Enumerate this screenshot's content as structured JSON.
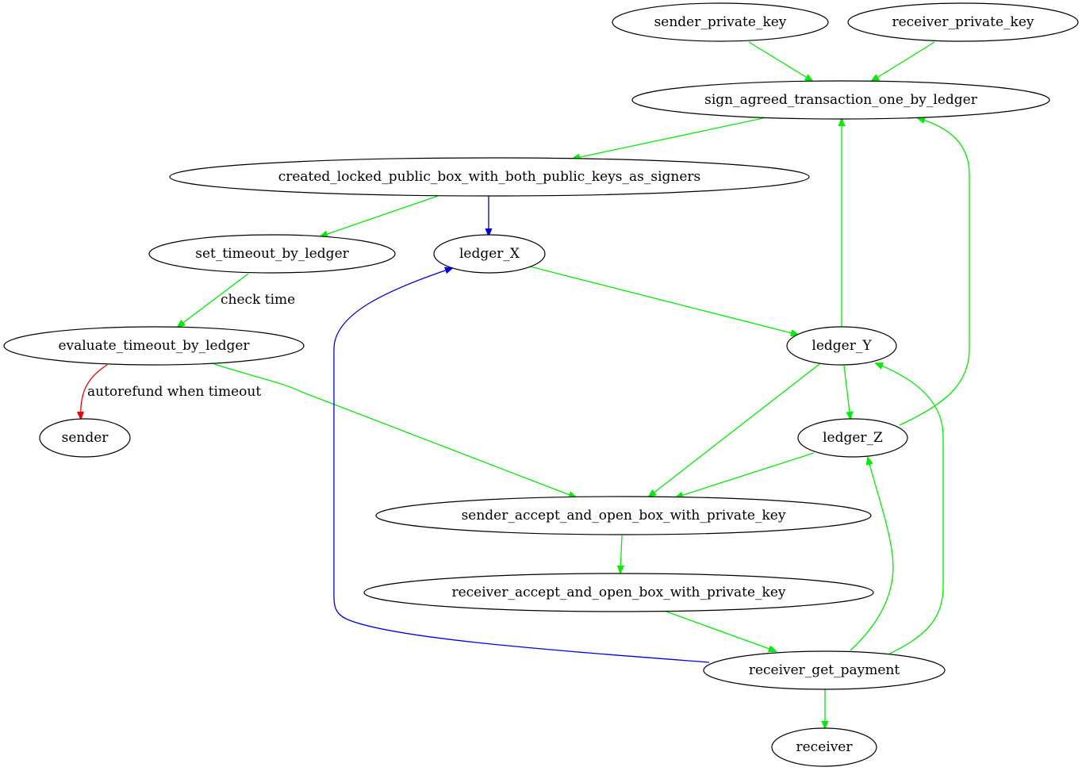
{
  "colors": {
    "green": "#00ee00",
    "blue": "#0000dd",
    "red": "#ee0000",
    "node_stroke": "#000000",
    "background": "#ffffff"
  },
  "nodes": {
    "sender_private_key": "sender_private_key",
    "receiver_private_key": "receiver_private_key",
    "sign_agreed_transaction_one_by_ledger": "sign_agreed_transaction_one_by_ledger",
    "created_locked_public_box_with_both_public_keys_as_signers": "created_locked_public_box_with_both_public_keys_as_signers",
    "set_timeout_by_ledger": "set_timeout_by_ledger",
    "ledger_X": "ledger_X",
    "evaluate_timeout_by_ledger": "evaluate_timeout_by_ledger",
    "ledger_Y": "ledger_Y",
    "sender": "sender",
    "ledger_Z": "ledger_Z",
    "sender_accept_and_open_box_with_private_key": "sender_accept_and_open_box_with_private_key",
    "receiver_accept_and_open_box_with_private_key": "receiver_accept_and_open_box_with_private_key",
    "receiver_get_payment": "receiver_get_payment",
    "receiver": "receiver"
  },
  "edges": [
    {
      "from": "sender_private_key",
      "to": "sign_agreed_transaction_one_by_ledger",
      "color": "green",
      "label": ""
    },
    {
      "from": "receiver_private_key",
      "to": "sign_agreed_transaction_one_by_ledger",
      "color": "green",
      "label": ""
    },
    {
      "from": "sign_agreed_transaction_one_by_ledger",
      "to": "created_locked_public_box_with_both_public_keys_as_signers",
      "color": "green",
      "label": ""
    },
    {
      "from": "created_locked_public_box_with_both_public_keys_as_signers",
      "to": "set_timeout_by_ledger",
      "color": "green",
      "label": ""
    },
    {
      "from": "created_locked_public_box_with_both_public_keys_as_signers",
      "to": "ledger_X",
      "color": "blue",
      "label": ""
    },
    {
      "from": "set_timeout_by_ledger",
      "to": "evaluate_timeout_by_ledger",
      "color": "green",
      "label": "check time"
    },
    {
      "from": "evaluate_timeout_by_ledger",
      "to": "sender",
      "color": "red",
      "label": "autorefund when timeout"
    },
    {
      "from": "evaluate_timeout_by_ledger",
      "to": "sender_accept_and_open_box_with_private_key",
      "color": "green",
      "label": ""
    },
    {
      "from": "ledger_X",
      "to": "ledger_Y",
      "color": "green",
      "label": ""
    },
    {
      "from": "ledger_Y",
      "to": "sign_agreed_transaction_one_by_ledger",
      "color": "green",
      "label": ""
    },
    {
      "from": "ledger_Y",
      "to": "ledger_Z",
      "color": "green",
      "label": ""
    },
    {
      "from": "ledger_Y",
      "to": "sender_accept_and_open_box_with_private_key",
      "color": "green",
      "label": ""
    },
    {
      "from": "ledger_Z",
      "to": "sign_agreed_transaction_one_by_ledger",
      "color": "green",
      "label": ""
    },
    {
      "from": "ledger_Z",
      "to": "sender_accept_and_open_box_with_private_key",
      "color": "green",
      "label": ""
    },
    {
      "from": "sender_accept_and_open_box_with_private_key",
      "to": "receiver_accept_and_open_box_with_private_key",
      "color": "green",
      "label": ""
    },
    {
      "from": "receiver_accept_and_open_box_with_private_key",
      "to": "receiver_get_payment",
      "color": "green",
      "label": ""
    },
    {
      "from": "receiver_get_payment",
      "to": "ledger_X",
      "color": "blue",
      "label": ""
    },
    {
      "from": "receiver_get_payment",
      "to": "ledger_Z",
      "color": "green",
      "label": ""
    },
    {
      "from": "receiver_get_payment",
      "to": "ledger_Y",
      "color": "green",
      "label": ""
    },
    {
      "from": "receiver_get_payment",
      "to": "receiver",
      "color": "green",
      "label": ""
    }
  ]
}
